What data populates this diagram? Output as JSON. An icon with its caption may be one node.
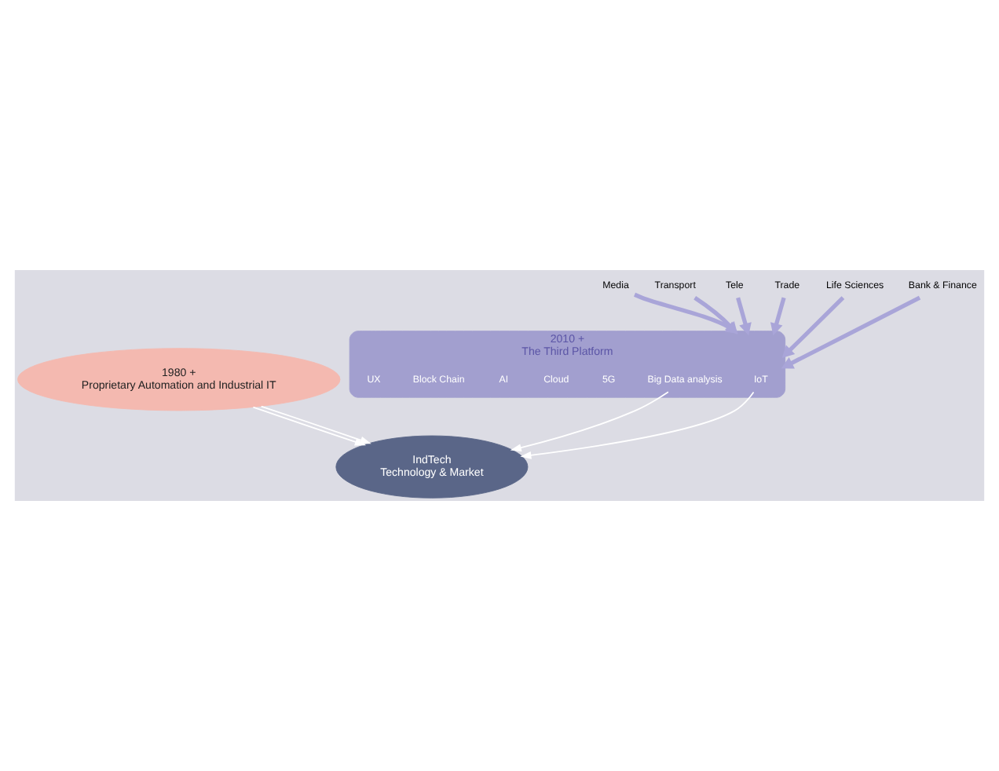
{
  "diagram": {
    "nodes": [
      {
        "text": [
          "2010 +",
          "The Third Platform"
        ]
      },
      {
        "text": [
          "IoT"
        ],
        "in": 0
      },
      {
        "text": [
          "Big Data analysis"
        ],
        "in": 0
      },
      {
        "text": [
          "IndTech",
          "Technology & Market"
        ]
      },
      {
        "text": [
          "1980 +",
          "Proprietary Automation and Industrial IT"
        ]
      },
      {
        "text": [
          "Media"
        ]
      },
      {
        "text": [
          "Transport"
        ]
      },
      {
        "text": [
          "Tele"
        ]
      },
      {
        "text": [
          "Trade"
        ]
      },
      {
        "text": [
          "Life Sciences"
        ]
      },
      {
        "text": [
          "Bank & Finance"
        ]
      }
    ],
    "edges": [
      {
        "from": 1,
        "to": 3,
        "arrow": "to",
        "color": "#ffffff"
      },
      {
        "from": 2,
        "to": 3,
        "arrow": "to",
        "color": "#ffffff"
      },
      {
        "from": 4,
        "to": 3,
        "arrow": "to",
        "color": "#ffffff"
      },
      {
        "from": 4,
        "to": 3,
        "arrow": "to",
        "color": "#ffffff"
      },
      {
        "from": 5,
        "to": 0,
        "arrow": "to"
      },
      {
        "from": 6,
        "to": 0,
        "arrow": "to"
      },
      {
        "from": 7,
        "to": 0,
        "arrow": "to"
      },
      {
        "from": 8,
        "to": 0,
        "arrow": "to"
      },
      {
        "from": 9,
        "to": 0,
        "arrow": "to"
      },
      {
        "from": 10,
        "to": 0,
        "arrow": "to"
      }
    ],
    "labels": [
      "5G",
      "Cloud",
      "AI",
      "Block Chain",
      "UX"
    ]
  }
}
